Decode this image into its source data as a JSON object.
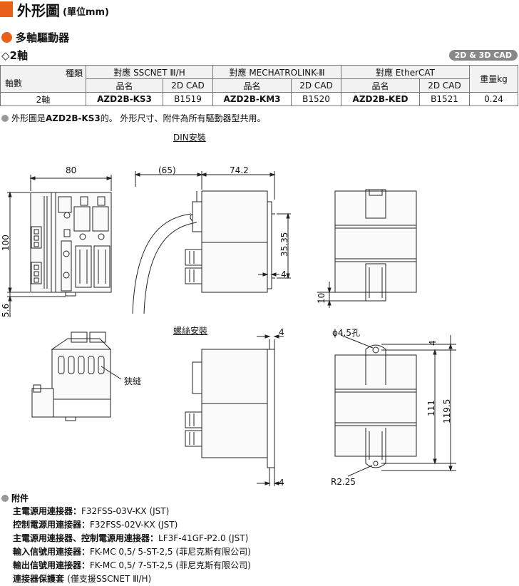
{
  "header": {
    "title": "外形圖",
    "subtitle": "(單位mm)"
  },
  "section": {
    "title": "多軸驅動器"
  },
  "subsection": {
    "title": "◇2軸",
    "badge": "2D & 3D CAD"
  },
  "table": {
    "corner_top": "種類",
    "corner_bottom": "軸數",
    "groups": [
      "對應 SSCNET Ⅲ/H",
      "對應 MECHATROLINK-Ⅲ",
      "對應 EtherCAT"
    ],
    "sub_headers": {
      "name": "品名",
      "cad": "2D CAD"
    },
    "weight_header": "重量kg",
    "row": {
      "axis": "2軸",
      "items": [
        {
          "name": "AZD2B-KS3",
          "cad": "B1519"
        },
        {
          "name": "AZD2B-KM3",
          "cad": "B1520"
        },
        {
          "name": "AZD2B-KED",
          "cad": "B1521"
        }
      ],
      "weight": "0.24"
    }
  },
  "note": {
    "prefix": "外形圖是",
    "model": "AZD2B-KS3",
    "suffix": "的。 外形尺寸、附件為所有驅動器型共用。"
  },
  "drawing": {
    "din_label": "DIN安裝",
    "screw_label": "螺絲安裝",
    "slit_label": "狹縫",
    "dims": {
      "d80": "80",
      "d65": "(65)",
      "d74_2": "74.2",
      "d100": "100",
      "d5_6": "5.6",
      "d35_35": "35.35",
      "d4a": "4",
      "d10": "10",
      "d4b": "4",
      "d4c": "4",
      "d4d": "4",
      "hole": "ϕ4.5孔",
      "d111": "111",
      "d119_5": "119.5",
      "r225": "R2.25"
    }
  },
  "accessories": {
    "title": "附件",
    "items": [
      {
        "key": "主電源用連接器：",
        "value": "F32FSS-03V-KX (JST)"
      },
      {
        "key": "控制電源用連接器：",
        "value": "F32FSS-02V-KX (JST)"
      },
      {
        "key": "主電源用連接器、控制電源用連接器：",
        "value": "LF3F-41GF-P2.0 (JST)"
      },
      {
        "key": "輸入信號用連接器：",
        "value": "FK-MC 0,5/ 5-ST-2,5 (菲尼克斯有限公司)"
      },
      {
        "key": "輸出信號用連接器：",
        "value": "FK-MC 0,5/ 7-ST-2,5 (菲尼克斯有限公司)"
      },
      {
        "key": "連接器保護套 ",
        "value": "(僅支援SSCNET Ⅲ/H)"
      }
    ]
  }
}
